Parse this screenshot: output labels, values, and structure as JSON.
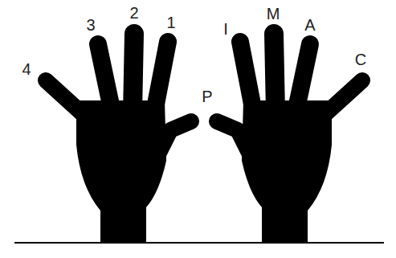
{
  "diagram": {
    "labels": [
      "4",
      "3",
      "2",
      "1",
      "P",
      "I",
      "M",
      "A",
      "C"
    ]
  }
}
